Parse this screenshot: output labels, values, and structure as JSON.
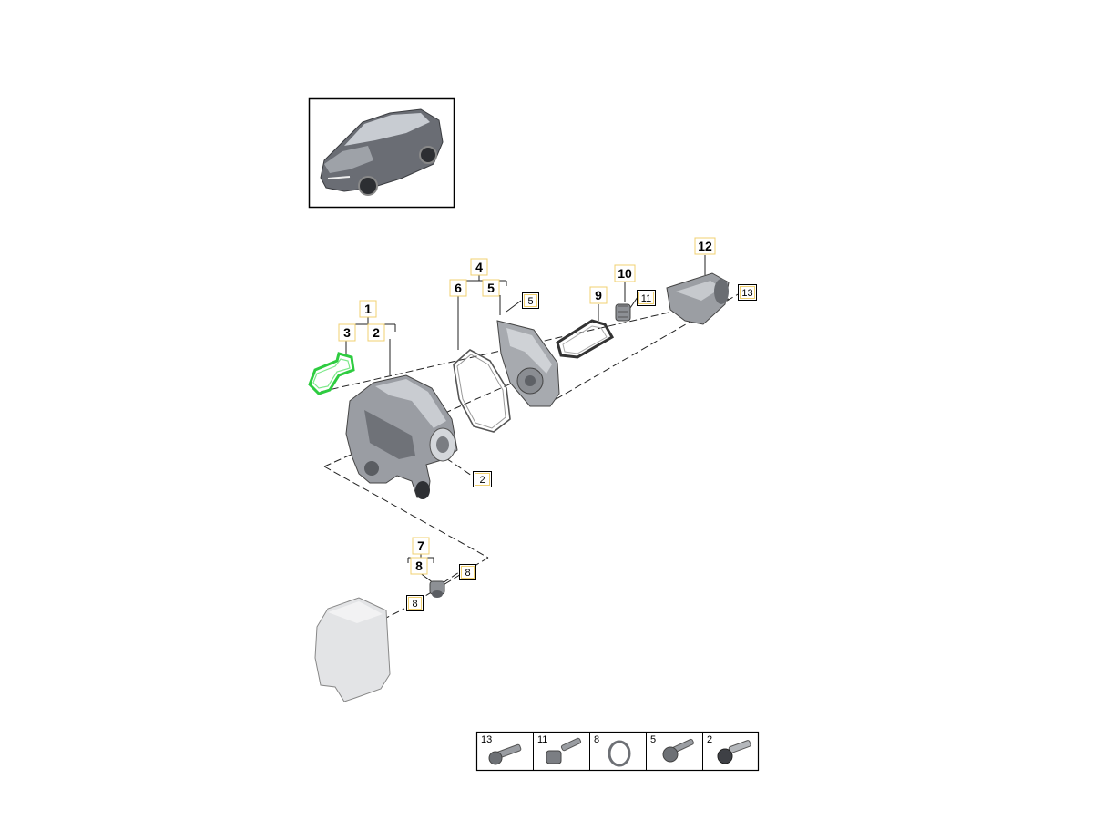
{
  "diagram": {
    "callouts": [
      {
        "id": "c1",
        "label": "1"
      },
      {
        "id": "c2",
        "label": "2"
      },
      {
        "id": "c3",
        "label": "3"
      },
      {
        "id": "c4",
        "label": "4"
      },
      {
        "id": "c5",
        "label": "5"
      },
      {
        "id": "c6",
        "label": "6"
      },
      {
        "id": "c7",
        "label": "7"
      },
      {
        "id": "c8",
        "label": "8"
      },
      {
        "id": "c9",
        "label": "9"
      },
      {
        "id": "c10",
        "label": "10"
      },
      {
        "id": "c12",
        "label": "12"
      }
    ],
    "fastener_refs": [
      {
        "id": "r5",
        "label": "5"
      },
      {
        "id": "r11",
        "label": "11"
      },
      {
        "id": "r13",
        "label": "13"
      },
      {
        "id": "r2",
        "label": "2"
      },
      {
        "id": "r8a",
        "label": "8"
      },
      {
        "id": "r8b",
        "label": "8"
      }
    ],
    "legend": [
      {
        "label": "13",
        "icon": "torx-bolt-icon"
      },
      {
        "label": "11",
        "icon": "stud-bolt-icon"
      },
      {
        "label": "8",
        "icon": "seal-ring-icon"
      },
      {
        "label": "5",
        "icon": "flange-bolt-icon"
      },
      {
        "label": "2",
        "icon": "collar-bolt-icon"
      }
    ],
    "colors": {
      "highlight_gasket": "#2ecc40",
      "callout_box_border": "#f0d070",
      "frame": "#000000"
    }
  }
}
